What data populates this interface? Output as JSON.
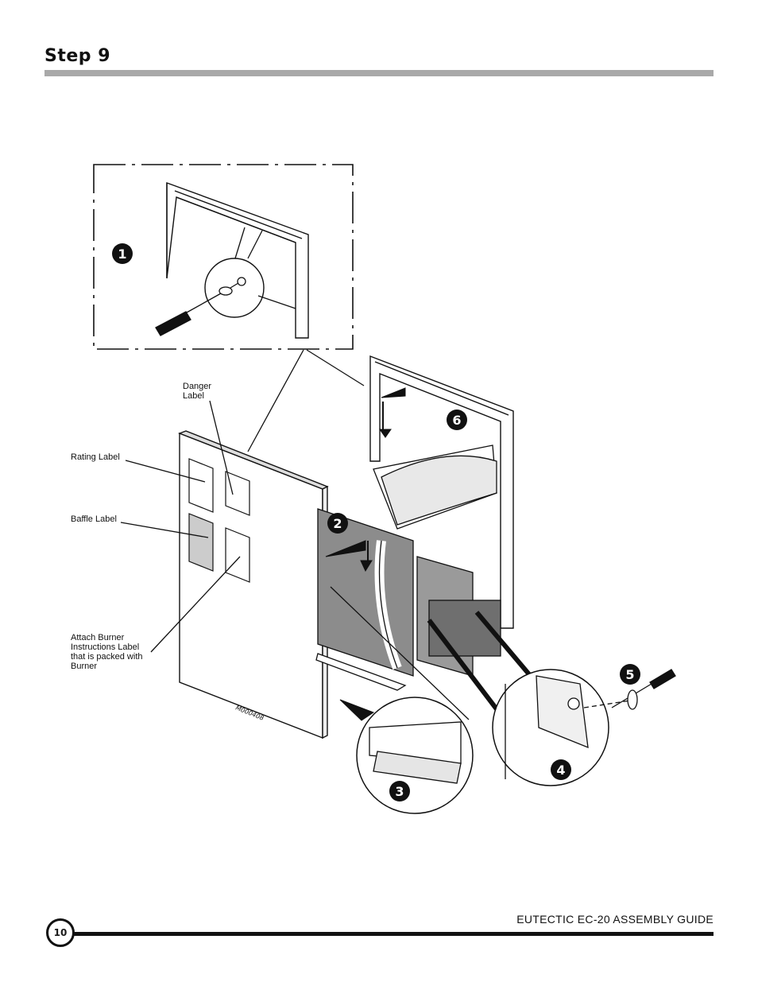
{
  "header": {
    "title": "Step 9"
  },
  "diagram": {
    "callouts": {
      "danger_line1": "Danger",
      "danger_line2": "Label",
      "rating": "Rating Label",
      "baffle": "Baffle Label",
      "attach_line1": "Attach Burner",
      "attach_line2": "Instructions Label",
      "attach_line3": "that is packed with",
      "attach_line4": "Burner"
    },
    "step_numbers": [
      "1",
      "2",
      "3",
      "4",
      "5",
      "6"
    ],
    "figure_code": "M000408"
  },
  "footer": {
    "guide_title": "EUTECTIC EC-20 ASSEMBLY GUIDE",
    "page_number": "10"
  }
}
